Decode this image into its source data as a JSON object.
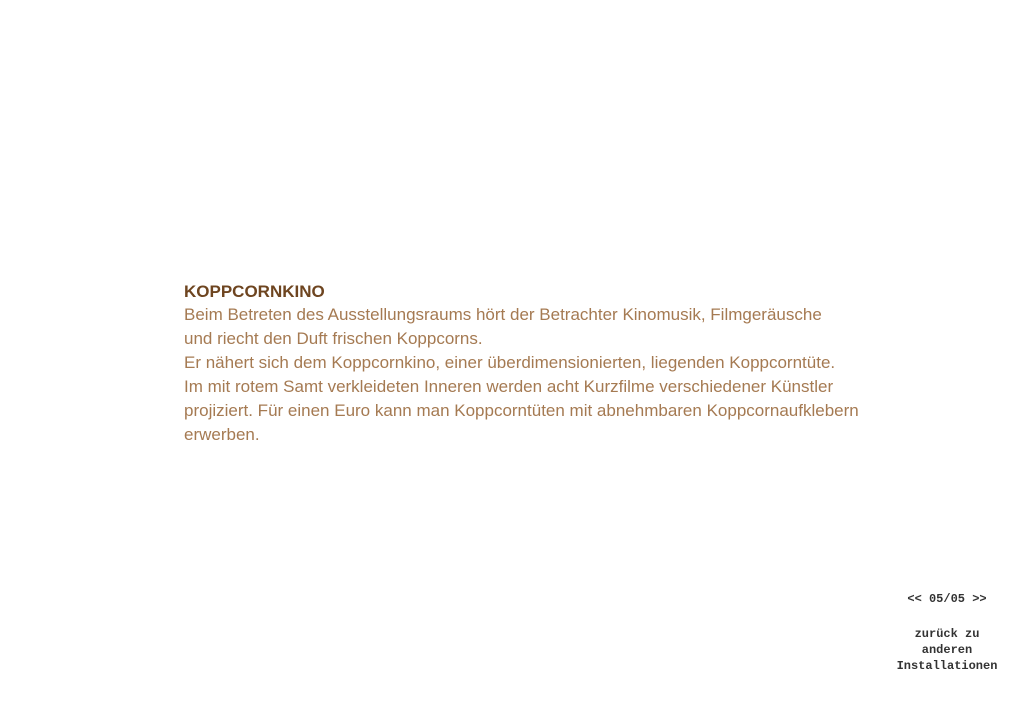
{
  "title": "KOPPCORNKINO",
  "paragraph_lines": [
    "Beim Betreten des Ausstellungsraums hört der Betrachter Kinomusik, Filmgeräusche",
    "und riecht den Duft frischen Koppcorns.",
    "Er nähert sich dem Koppcornkino, einer überdimensionierten, liegenden Koppcorntüte.",
    "Im mit rotem Samt verkleideten Inneren werden acht Kurzfilme verschiedener Künstler",
    "projiziert. Für einen Euro kann man Koppcorntüten mit abnehmbaren Koppcornaufklebern",
    "erwerben."
  ],
  "nav": {
    "prev": "<<",
    "page": "05/05",
    "next": ">>"
  },
  "back_link": [
    "zurück zu",
    "anderen",
    "Installationen"
  ]
}
